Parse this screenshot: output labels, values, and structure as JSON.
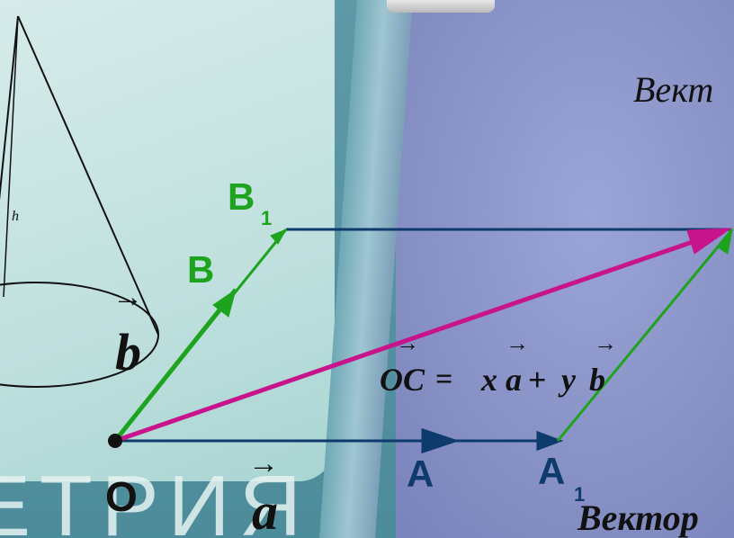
{
  "background": {
    "right_color": "#8a94c6",
    "left_panel_color": "#c7e4e2",
    "bottom_partial_word": "ЕТРИЯ"
  },
  "cone": {
    "label_h": "h"
  },
  "points": {
    "O": "O",
    "A": "A",
    "A1": "A",
    "A1_sub": "1",
    "B": "B",
    "B1": "B",
    "B1_sub": "1"
  },
  "vectors": {
    "a": "a",
    "b": "b",
    "arrow_glyph": "→"
  },
  "formula": {
    "text": "OC = x a+ y b",
    "OC": "OC",
    "eq": "=",
    "x": "x",
    "a": "a",
    "plus": "+",
    "y": "y",
    "b": "b"
  },
  "captions": {
    "top_partial": "Вект",
    "bottom_partial": "Вектор"
  },
  "colors": {
    "green": "#1ea31e",
    "navy": "#0e3a6d",
    "magenta": "#c8148c"
  }
}
